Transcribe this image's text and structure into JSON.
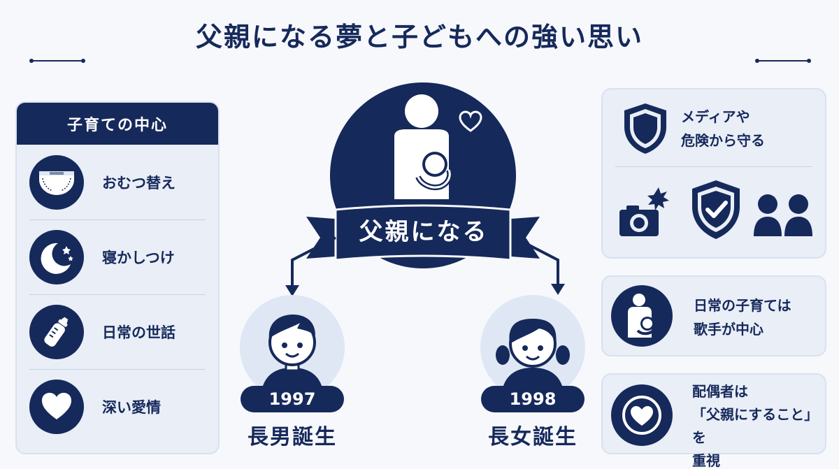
{
  "title": "父親になる夢と子どもへの強い思い",
  "left_panel": {
    "header": "子育ての中心",
    "items": [
      {
        "label": "おむつ替え",
        "icon": "diaper-icon"
      },
      {
        "label": "寝かしつけ",
        "icon": "moon-stars-icon"
      },
      {
        "label": "日常の世話",
        "icon": "baby-bottle-icon"
      },
      {
        "label": "深い愛情",
        "icon": "heart-icon"
      }
    ]
  },
  "center": {
    "ribbon": "父親になる",
    "icon": "parent-holding-baby-icon",
    "children": [
      {
        "year": "1997",
        "label": "長男誕生",
        "icon": "boy-icon"
      },
      {
        "year": "1998",
        "label": "長女誕生",
        "icon": "girl-icon"
      }
    ]
  },
  "right": {
    "protect": {
      "line1": "メディアや",
      "line2": "危険から守る",
      "icons": [
        "shield-icon",
        "camera-icon",
        "shield-check-icon",
        "children-icon"
      ]
    },
    "daily": {
      "line1": "日常の子育ては",
      "line2": "歌手が中心",
      "icon": "parent-baby-icon"
    },
    "spouse": {
      "line1": "配偶者は",
      "line2": "「父親にすること」を",
      "line3": "重視",
      "icon": "heart-icon"
    }
  },
  "colors": {
    "navy": "#16295b",
    "panel": "#e9eef7",
    "light_circle": "#dfe7f4",
    "background": "#f7f8fb"
  }
}
